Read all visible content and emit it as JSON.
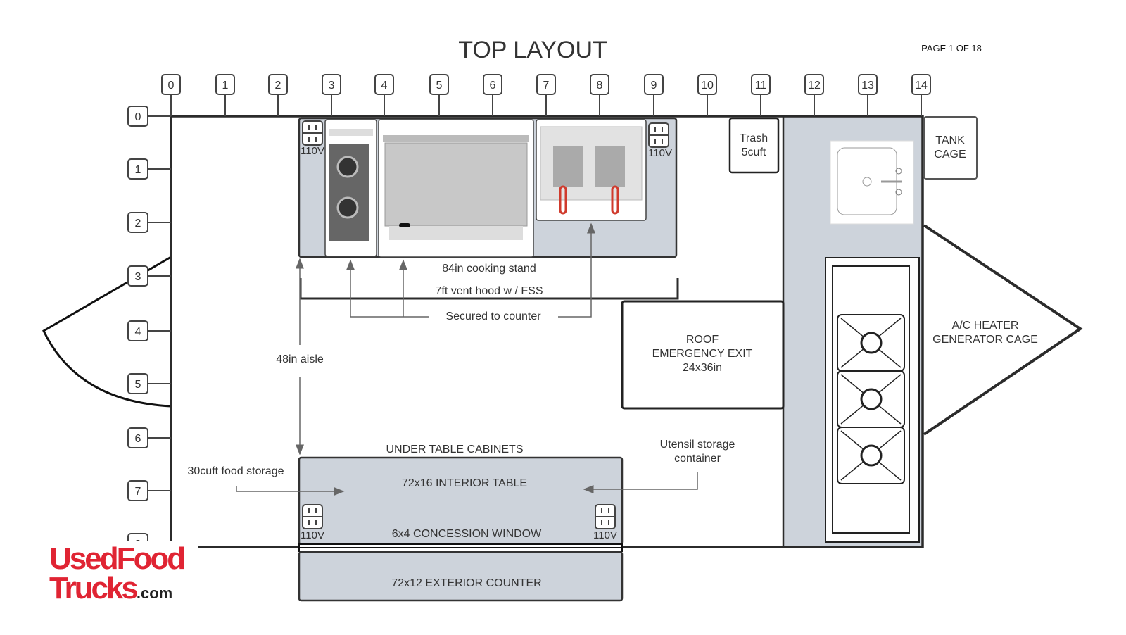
{
  "title": "TOP LAYOUT",
  "page": "PAGE 1 OF 18",
  "columns": [
    "0",
    "1",
    "2",
    "3",
    "4",
    "5",
    "6",
    "7",
    "8",
    "9",
    "10",
    "11",
    "12",
    "13",
    "14"
  ],
  "rows": [
    "0",
    "1",
    "2",
    "3",
    "4",
    "5",
    "6",
    "7",
    "8"
  ],
  "labels": {
    "outlet": "110V",
    "cooking_stand": "84in cooking stand",
    "vent_hood": "7ft vent hood w / FSS",
    "secured": "Secured to counter",
    "aisle": "48in aisle",
    "trash_1": "Trash",
    "trash_2": "5cuft",
    "tank_1": "TANK",
    "tank_2": "CAGE",
    "roof_1": "ROOF",
    "roof_2": "EMERGENCY EXIT",
    "roof_3": "24x36in",
    "ac_1": "A/C HEATER",
    "ac_2": "GENERATOR CAGE",
    "cabinets": "UNDER TABLE CABINETS",
    "food_storage": "30cuft food storage",
    "utensil_1": "Utensil storage",
    "utensil_2": "container",
    "interior_table": "72x16 INTERIOR TABLE",
    "window": "6x4 CONCESSION WINDOW",
    "exterior_counter": "72x12 EXTERIOR COUNTER"
  },
  "logo": {
    "line1": "UsedFood",
    "line2": "Trucks",
    "suffix": ".com"
  },
  "colors": {
    "counter": "#cdd3db",
    "outline": "#2b2b2b",
    "brand": "#e02433"
  }
}
